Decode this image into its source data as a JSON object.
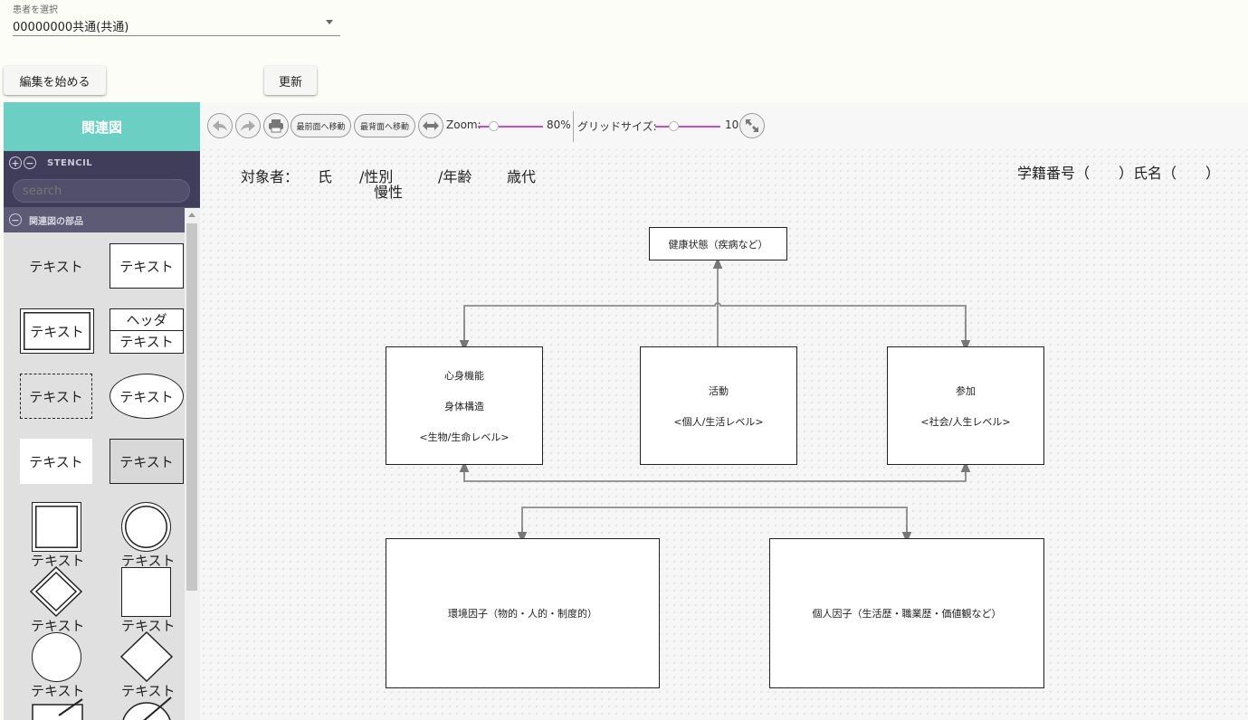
{
  "patient": {
    "label": "患者を選択",
    "value": "00000000共通(共通)"
  },
  "buttons": {
    "edit": "編集を始める",
    "update": "更新"
  },
  "sidebar": {
    "title": "関連図",
    "stencil_label": "STENCIL",
    "search_placeholder": "search",
    "group_label": "関連図の部品",
    "items": {
      "text": "テキスト",
      "header": "ヘッダ"
    }
  },
  "toolbar": {
    "bring_front": "最前面へ移動",
    "send_back": "最背面へ移動",
    "zoom_label": "Zoom:",
    "zoom_value": "80%",
    "zoom_level": 0.2,
    "grid_label": "グリッドサイズ:",
    "grid_value": "10",
    "grid_level": 0.25
  },
  "diagram": {
    "header": {
      "subject": "対象者：",
      "surname": "氏",
      "gender": "/性別",
      "age": "/年齢",
      "age_group": "歳代",
      "chronic": "慢性",
      "student": "学籍番号（　　）氏名（　　）"
    },
    "nodes": {
      "health": "健康状態（疾病など）",
      "body_1": "心身機能",
      "body_2": "身体構造",
      "body_3": "<生物/生命レベル>",
      "activity_1": "活動",
      "activity_2": "<個人/生活レベル>",
      "participation_1": "参加",
      "participation_2": "<社会/人生レベル>",
      "environment": "環境因子（物的・人的・制度的）",
      "personal": "個人因子（生活歴・職業歴・価値観など）"
    }
  },
  "colors": {
    "sidebar_title_bg": "#6bcfc3",
    "stencil_bg": "#3f3d5a",
    "slider": "#c04ec8"
  }
}
